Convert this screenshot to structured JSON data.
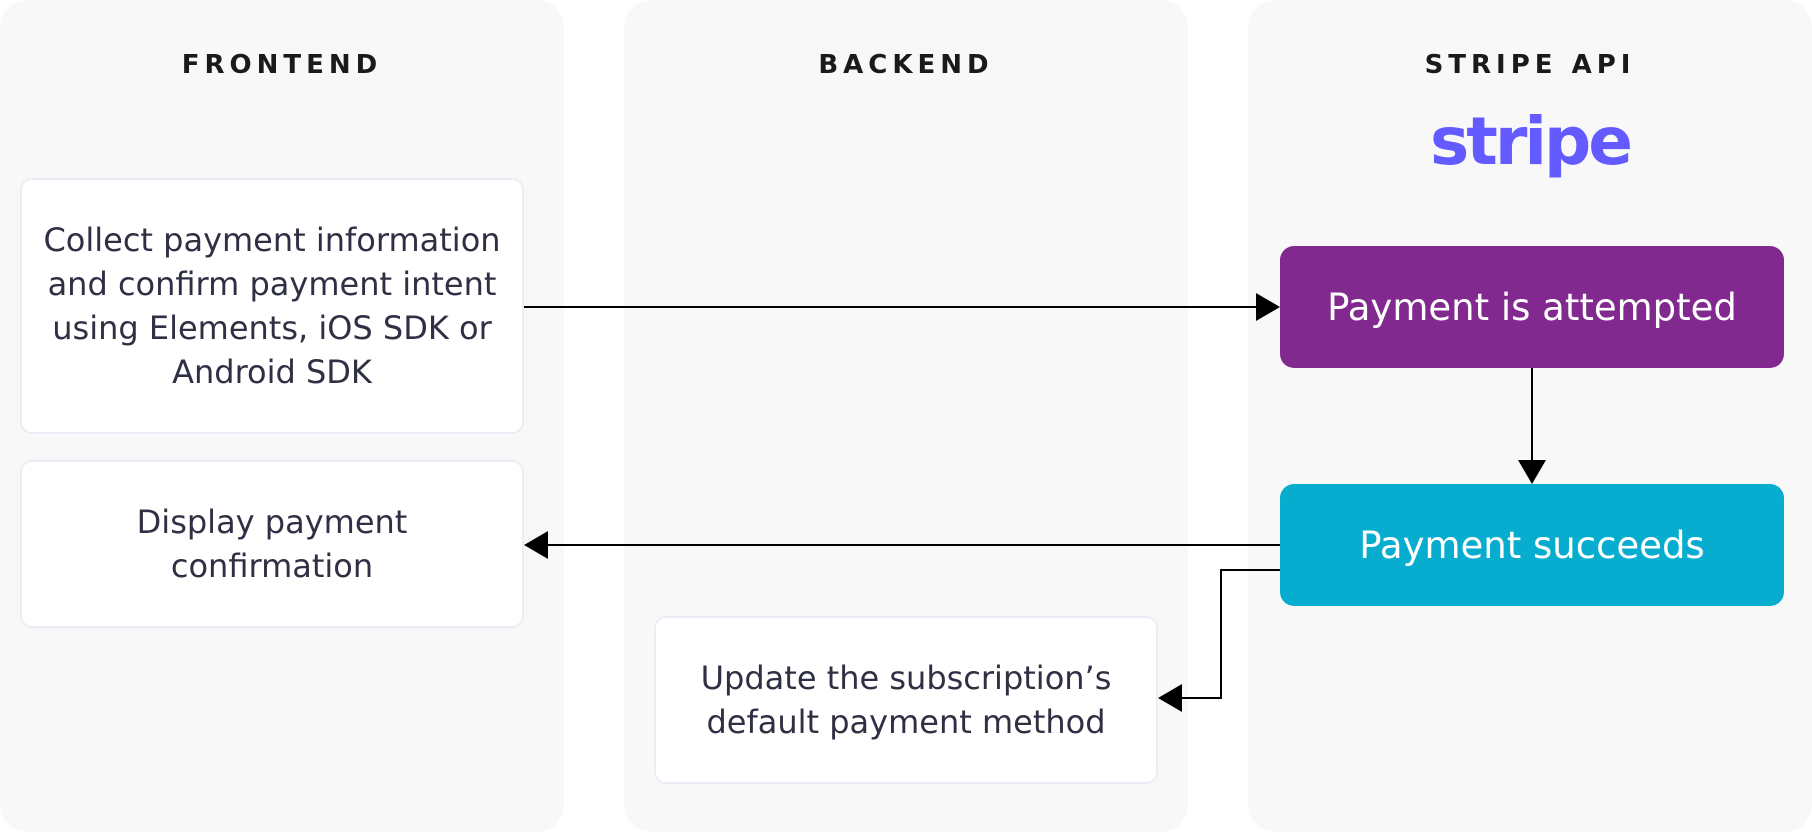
{
  "lanes": {
    "frontend": {
      "title": "FRONTEND"
    },
    "backend": {
      "title": "BACKEND"
    },
    "stripe": {
      "title": "STRIPE API",
      "logo": "stripe"
    }
  },
  "steps": {
    "collect": "Collect payment information and confirm payment intent using Elements, iOS SDK or Android SDK",
    "display_confirmation": "Display payment confirmation",
    "update_subscription": "Update the subscription’s default payment method",
    "attempted": "Payment is attempted",
    "succeeds": "Payment succeeds"
  },
  "colors": {
    "lane_bg": "#f8f8f9",
    "attempted": "#82298f",
    "succeeds": "#06adce",
    "stripe_brand": "#635bff",
    "arrow": "#000000"
  }
}
